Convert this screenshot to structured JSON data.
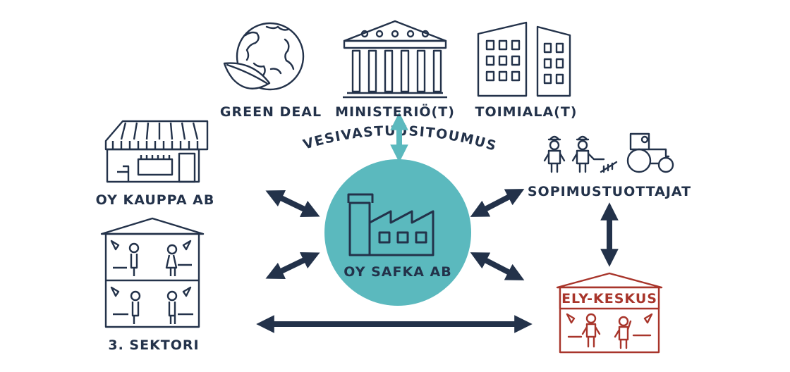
{
  "colors": {
    "navy": "#23324a",
    "teal": "#5bb9be",
    "red": "#a8352b",
    "white": "#ffffff"
  },
  "nodes": {
    "green_deal": {
      "label": "GREEN DEAL",
      "icon": "globe-leaf-icon"
    },
    "ministry": {
      "label": "MINISTERIÖ(T)",
      "icon": "government-building-icon"
    },
    "industry": {
      "label": "TOIMIALA(T)",
      "icon": "office-buildings-icon"
    },
    "shop": {
      "label": "OY KAUPPA AB",
      "icon": "shop-storefront-icon"
    },
    "third_sector": {
      "label": "3. SEKTORI",
      "icon": "community-building-icon"
    },
    "company": {
      "label": "OY SAFKA AB",
      "icon": "factory-icon"
    },
    "producers": {
      "label": "SOPIMUSTUOTTAJAT",
      "icon": "farmers-tractor-icon"
    },
    "ely": {
      "label": "ELY-KESKUS",
      "icon": "ely-office-icon"
    }
  },
  "commitment": {
    "label": "VESIVASTUUSITOUMUS"
  }
}
